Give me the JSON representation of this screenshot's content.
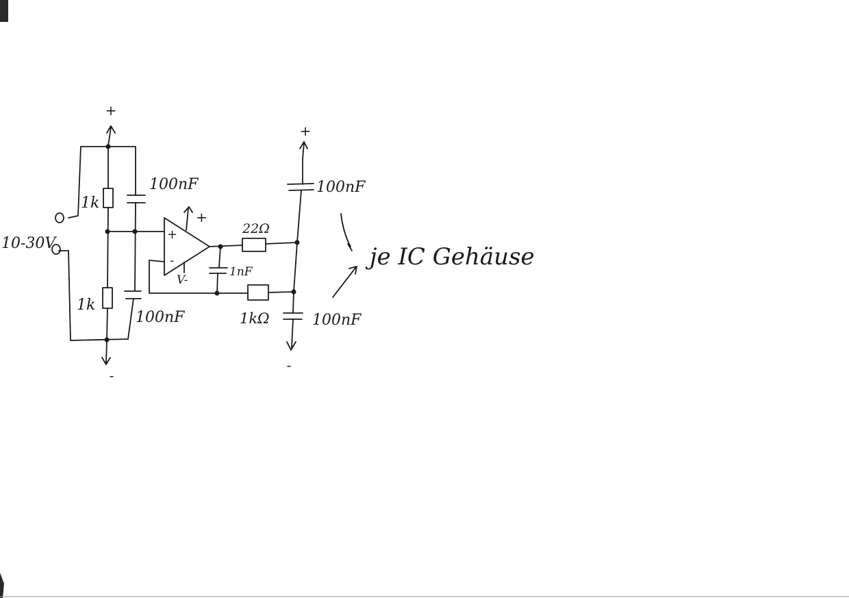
{
  "schematic": {
    "supply_left": {
      "terminal_label": "10-30V",
      "plus_label": "+",
      "minus_label": "-"
    },
    "divider": {
      "r_top_label": "1k",
      "r_bottom_label": "1k",
      "c_top_label": "100nF",
      "c_bottom_label": "100nF"
    },
    "opamp": {
      "in_plus_label": "+",
      "in_minus_label": "-",
      "supply_plus_label": "+",
      "supply_minus_label": "V-"
    },
    "output_stage": {
      "r_series_label": "22Ω",
      "c_load_label": "1nF",
      "r_feedback_label": "1kΩ"
    },
    "supply_right": {
      "plus_label": "+",
      "minus_label": "-",
      "c_top_label": "100nF",
      "c_bottom_label": "100nF"
    },
    "annotation": {
      "note_text": "je IC Gehäuse"
    }
  }
}
